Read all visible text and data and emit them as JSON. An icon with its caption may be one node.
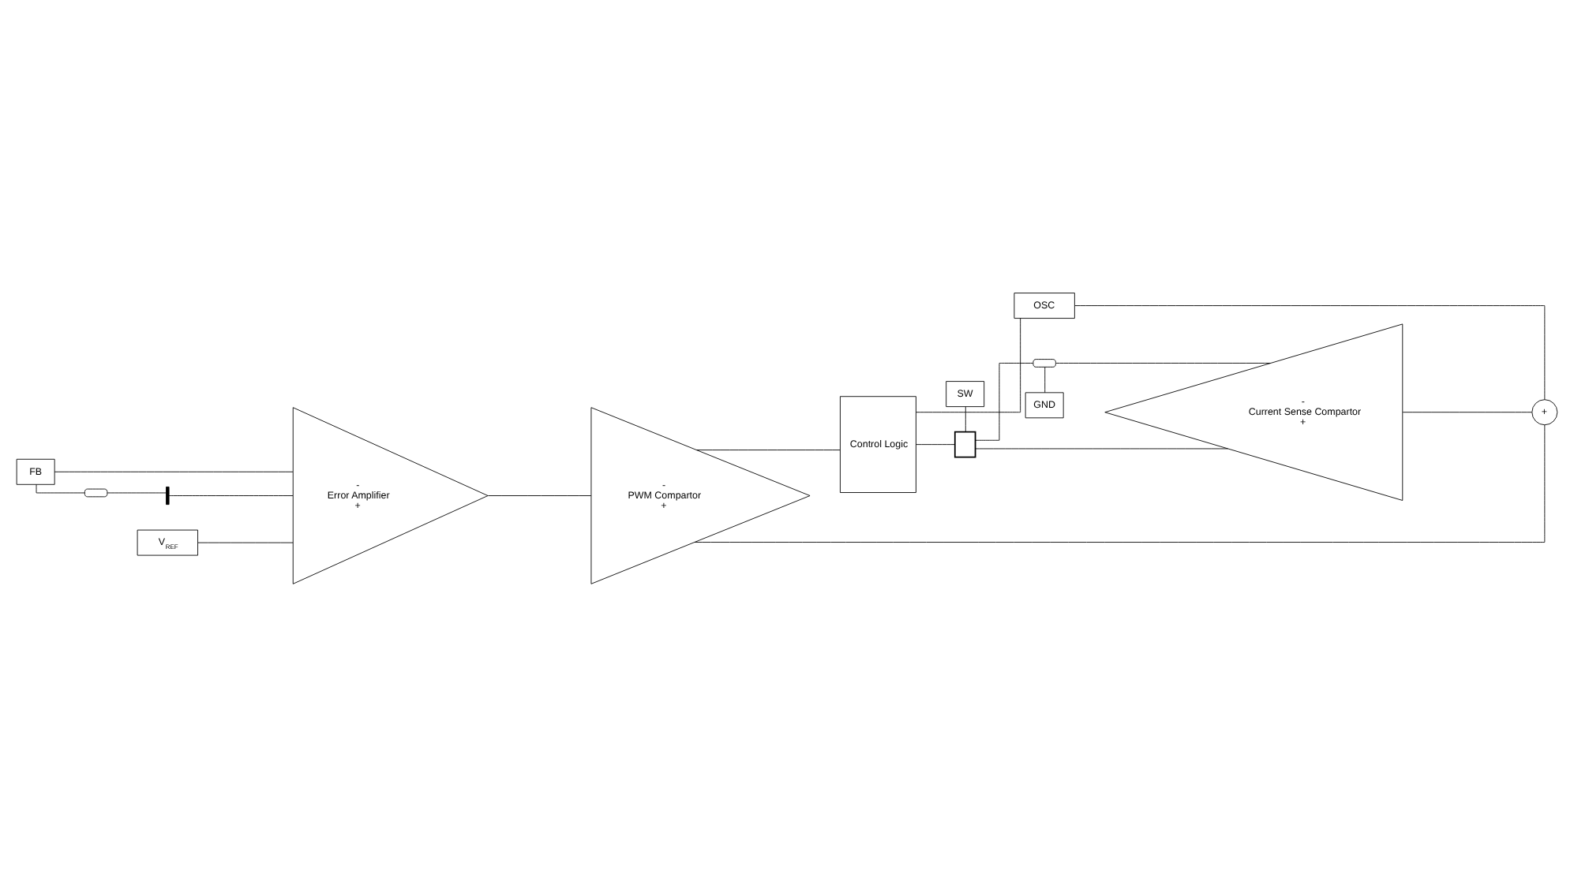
{
  "diagram": {
    "nodes": [
      {
        "text": [
          "FB"
        ]
      },
      {
        "text": [
          "-",
          "Error Amplifier",
          "+"
        ]
      },
      {
        "text": [
          "V$_{REF}$"
        ]
      },
      {
        "text": [
          "-",
          "PWM Compartor",
          "+"
        ]
      },
      {
        "text": [
          "Control Logic"
        ]
      },
      {
        "text": [
          "SW"
        ]
      },
      {
        "text": [],
        "shape": "transistor"
      },
      {
        "text": [
          "-",
          "Current Sense Compartor",
          "+"
        ]
      },
      {
        "text": [
          "+"
        ]
      },
      {
        "text": [
          "OSC"
        ]
      },
      {
        "text": [
          "GND"
        ]
      },
      {
        "text": [],
        "shape": "resistor"
      },
      {
        "text": [],
        "shape": "capacitor"
      },
      {
        "text": [],
        "shape": "resistor"
      }
    ],
    "edges": [
      {
        "from": 0,
        "to": 1,
        "arrow": "none"
      },
      {
        "from": 0,
        "to": 11,
        "arrow": "none"
      },
      {
        "from": 11,
        "to": 12,
        "arrow": "none"
      },
      {
        "from": 12,
        "to": 1,
        "arrow": "none"
      },
      {
        "from": 2,
        "to": 1,
        "arrow": "none"
      },
      {
        "from": 1,
        "to": 3,
        "arrow": "none"
      },
      {
        "from": 8,
        "to": 3,
        "arrow": "none"
      },
      {
        "from": 3,
        "to": 4,
        "arrow": "none"
      },
      {
        "from": 4,
        "to": 6,
        "arrow": "none"
      },
      {
        "from": 5,
        "to": 6,
        "arrow": "none"
      },
      {
        "from": 6,
        "to": 7,
        "arrow": "none"
      },
      {
        "from": 6,
        "to": 13,
        "arrow": "none"
      },
      {
        "from": 13,
        "to": 7,
        "arrow": "none"
      },
      {
        "from": 13,
        "to": 10,
        "arrow": "none"
      },
      {
        "from": 7,
        "to": 8,
        "arrow": "none"
      },
      {
        "from": 9,
        "to": 8,
        "arrow": "none"
      },
      {
        "from": 4,
        "to": 9,
        "arrow": "none"
      }
    ]
  }
}
